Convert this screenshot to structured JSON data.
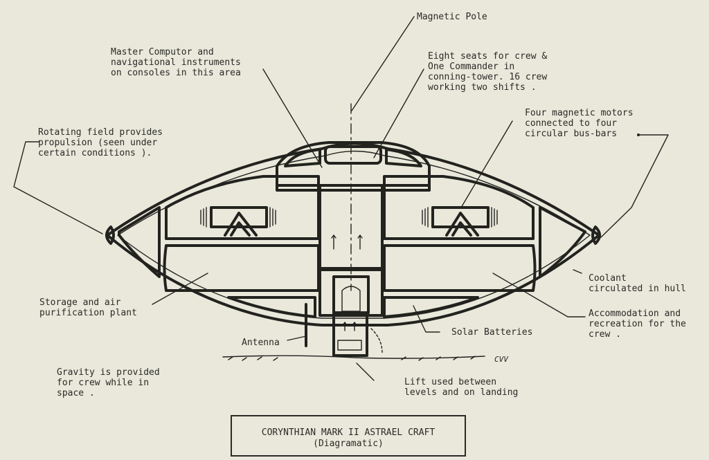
{
  "labels": {
    "magnetic_pole": "Magnetic Pole",
    "master_computer": "Master Computor and\nnavigational instruments\non consoles in this area",
    "seats": "Eight seats for crew &\nOne Commander in\nconning-tower. 16 crew\nworking two shifts .",
    "rotating_field": "Rotating field provides\npropulsion (seen under\ncertain conditions ).",
    "motors": "Four magnetic motors\nconnected to four\ncircular bus-bars",
    "coolant": "Coolant\ncirculated in hull",
    "storage": "Storage and air\npurification plant",
    "accommodation": "Accommodation and\nrecreation for the\ncrew .",
    "antenna": "Antenna",
    "solar": "Solar Batteries",
    "gravity": "Gravity is provided\nfor crew while in\nspace .",
    "lift": "Lift used between\nlevels and on landing",
    "initials": "CVV"
  },
  "title": {
    "line1": "CORYNTHIAN  MARK  II  ASTRAEL  CRAFT",
    "line2": "(Diagramatic)"
  }
}
